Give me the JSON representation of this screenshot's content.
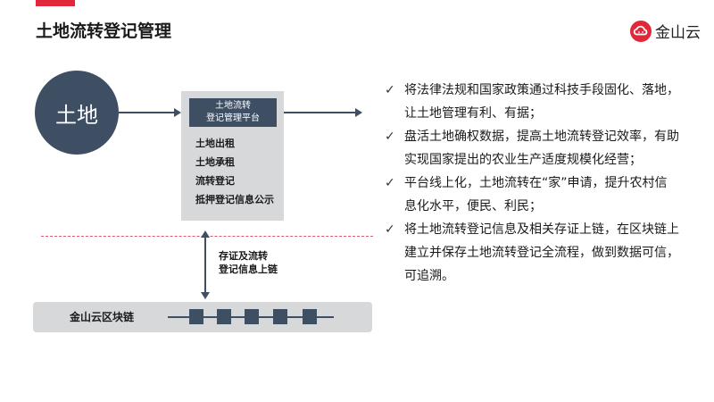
{
  "header": {
    "title": "土地流转登记管理",
    "logo_text": "金山云",
    "accent_color": "#e0283a"
  },
  "diagram": {
    "land_label": "土地",
    "platform": {
      "title_line1": "土地流转",
      "title_line2": "登记管理平台",
      "items": [
        "土地出租",
        "土地承租",
        "流转登记",
        "抵押登记信息公示"
      ]
    },
    "store_label_line1": "存证及流转",
    "store_label_line2": "登记信息上链",
    "blockchain_label": "金山云区块链",
    "primary_color": "#3e4e63",
    "panel_color": "#d7d8da"
  },
  "bullets": [
    "将法律法规和国家政策通过科技手段固化、落地，让土地管理有利、有据；",
    "盘活土地确权数据，提高土地流转登记效率，有助实现国家提出的农业生产适度规模化经营；",
    "平台线上化，土地流转在“家”申请，提升农村信息化水平，便民、利民；",
    "将土地流转登记信息及相关存证上链，在区块链上建立并保存土地流转登记全流程，做到数据可信，可追溯。"
  ]
}
